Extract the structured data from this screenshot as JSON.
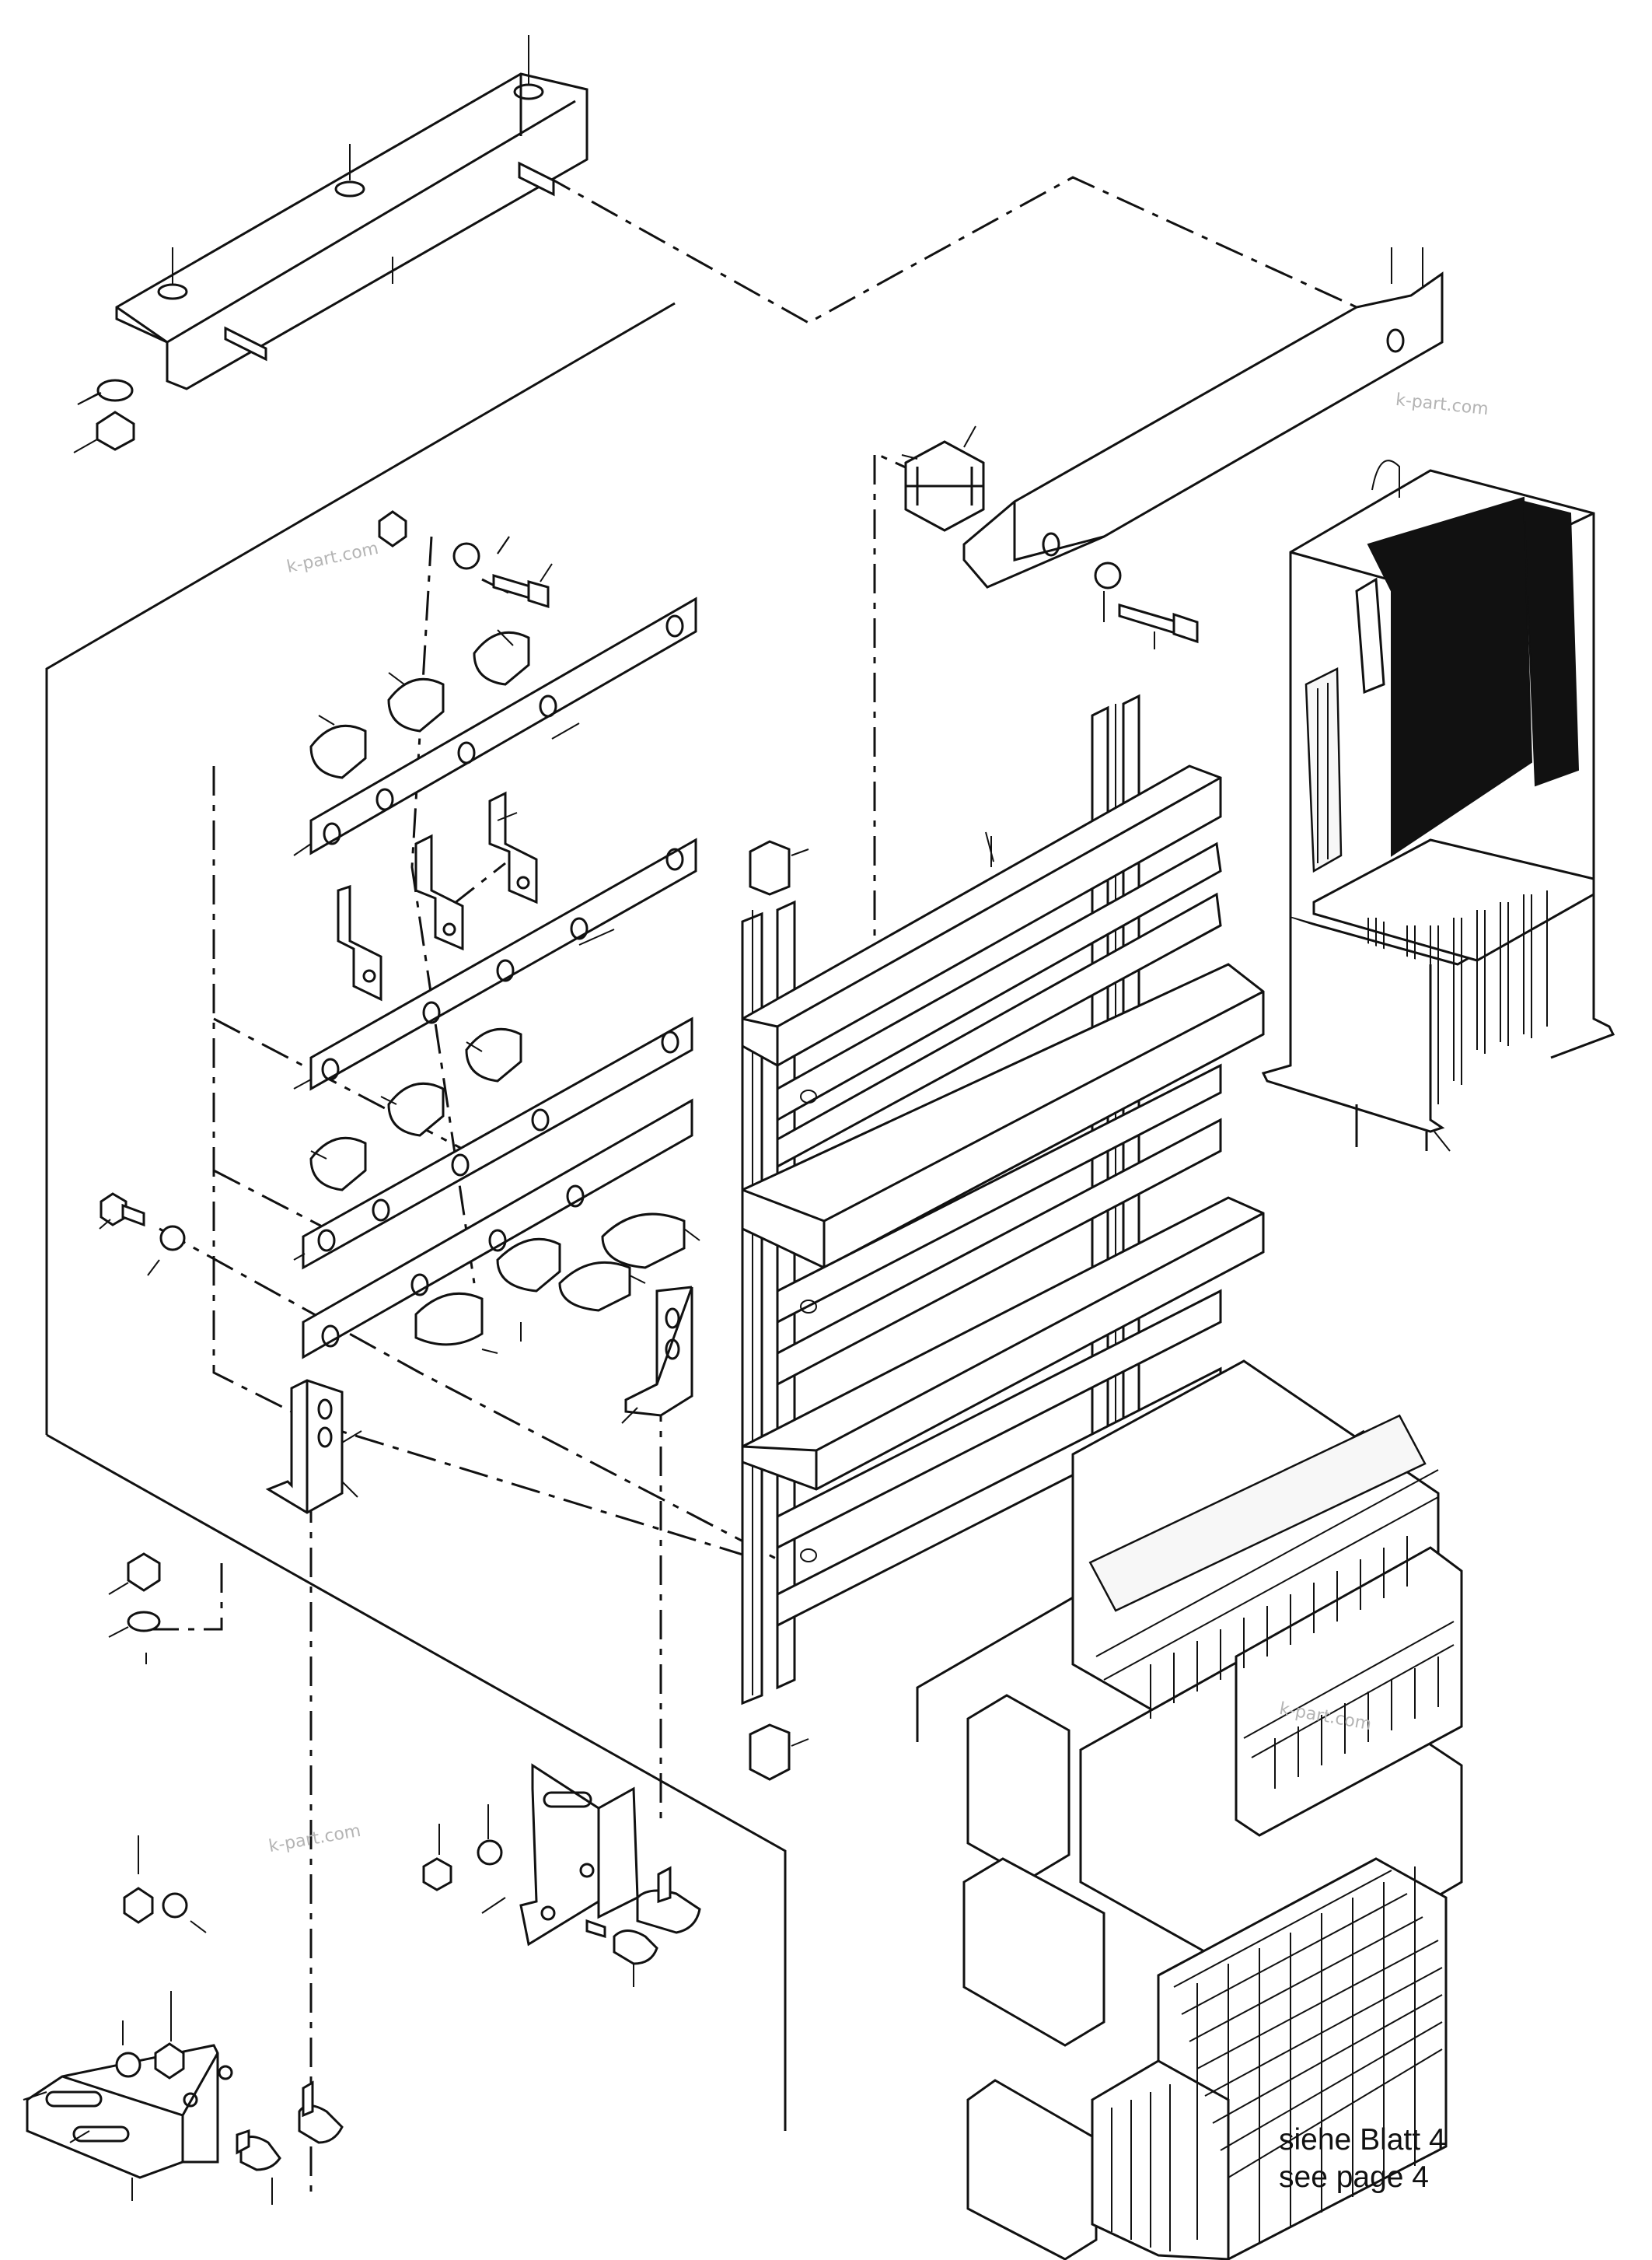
{
  "watermarks": [
    "k-part.com",
    "k-part.com",
    "k-part.com",
    "k-part.com"
  ],
  "reference_note": {
    "line_de": "siehe Blatt 4",
    "line_en": "see page 4"
  }
}
